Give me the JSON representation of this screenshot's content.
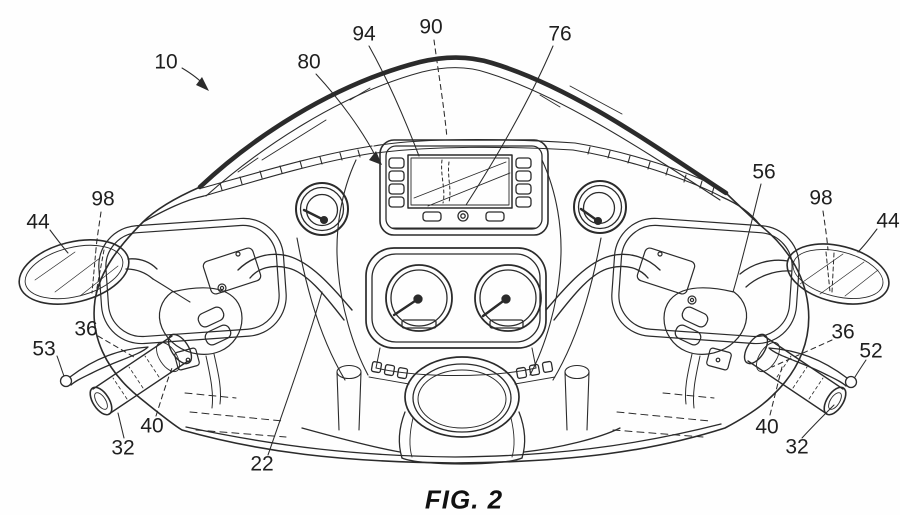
{
  "figure": {
    "caption": "FIG. 2"
  },
  "colors": {
    "ink": "#2b2b2b",
    "paper": "#fefefe"
  },
  "labels": {
    "ref10": "10",
    "ref80": "80",
    "ref94": "94",
    "ref90": "90",
    "ref76": "76",
    "ref56": "56",
    "ref98_left": "98",
    "ref98_right": "98",
    "ref44_left": "44",
    "ref44_right": "44",
    "ref36_left": "36",
    "ref36_right": "36",
    "ref53": "53",
    "ref52": "52",
    "ref40_left": "40",
    "ref40_right": "40",
    "ref32_left": "32",
    "ref32_right": "32",
    "ref22": "22"
  }
}
